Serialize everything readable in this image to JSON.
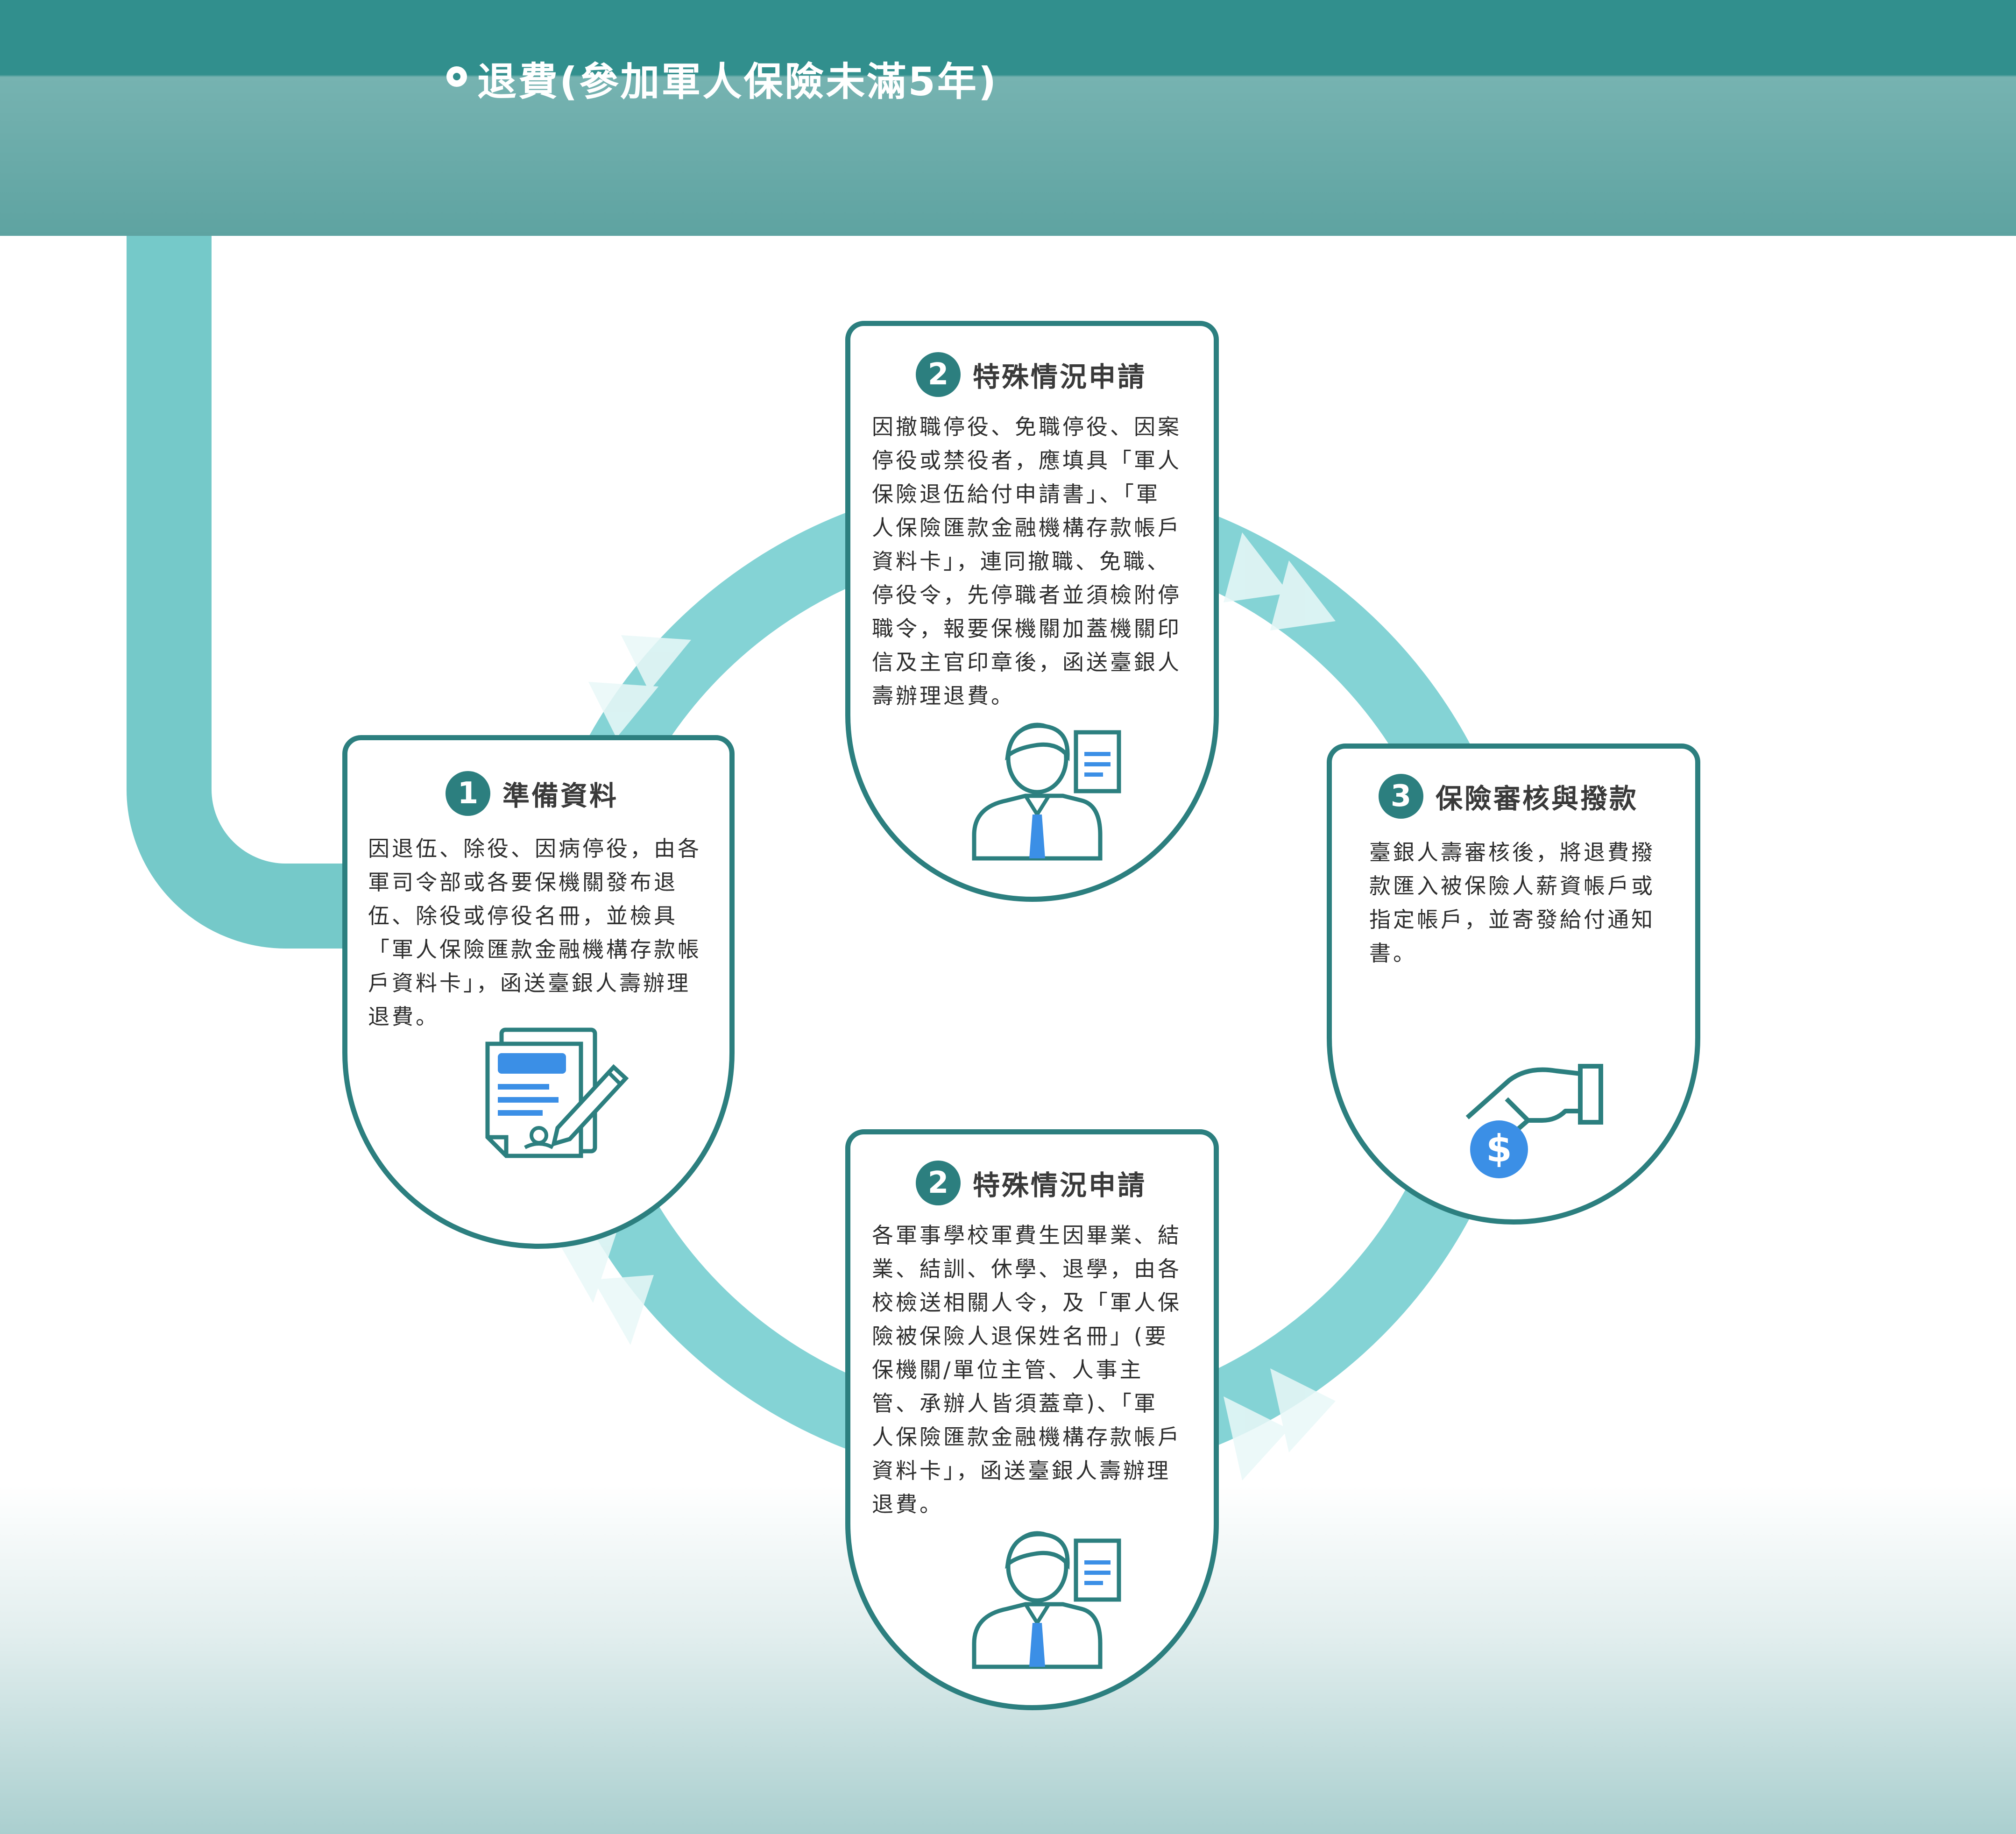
{
  "header": {
    "title": "退費(參加軍人保險未滿5年)"
  },
  "steps": [
    {
      "number": "1",
      "title": "準備資料",
      "lines": [
        "因退伍、除役、因病停役，由各",
        "軍司令部或各要保機關發布退",
        "伍、除役或停役名冊，並檢具",
        "「軍人保險匯款金融機構存款帳",
        "戶資料卡」，函送臺銀人壽辦理",
        "退費。"
      ],
      "icon": "signed-document-with-pen-icon"
    },
    {
      "number": "2",
      "title": "特殊情況申請",
      "lines": [
        "因撤職停役、免職停役、因案",
        "停役或禁役者，應填具「軍人",
        "保險退伍給付申請書」、「軍",
        "人保險匯款金融機構存款帳戶",
        "資料卡」，連同撤職、免職、",
        "停役令，先停職者並須檢附停",
        "職令，報要保機關加蓋機關印",
        "信及主官印章後，函送臺銀人",
        "壽辦理退費。"
      ],
      "icon": "officer-with-document-icon"
    },
    {
      "number": "3",
      "title": "保險審核與撥款",
      "lines": [
        "臺銀人壽審核後，將退費撥",
        "款匯入被保險人薪資帳戶或",
        "指定帳戶，並寄發給付通知",
        "書。"
      ],
      "icon": "hand-with-dollar-coin-icon"
    },
    {
      "number": "2",
      "title": "特殊情況申請",
      "lines": [
        "各軍事學校軍費生因畢業、結",
        "業、結訓、休學、退學，由各",
        "校檢送相關人令，及「軍人保",
        "險被保險人退保姓名冊」(要",
        "保機關/單位主管、人事主",
        "管、承辦人皆須蓋章)、「軍",
        "人保險匯款金融機構存款帳戶",
        "資料卡」，函送臺銀人壽辦理",
        "退費。"
      ],
      "icon": "officer-with-document-icon"
    }
  ],
  "colors": {
    "header_dark": "#318f8d",
    "header_light": "#6aaeac",
    "ring": "#84d3d5",
    "card_border": "#2c7f7f",
    "icon_blue": "#3b8fe6"
  }
}
